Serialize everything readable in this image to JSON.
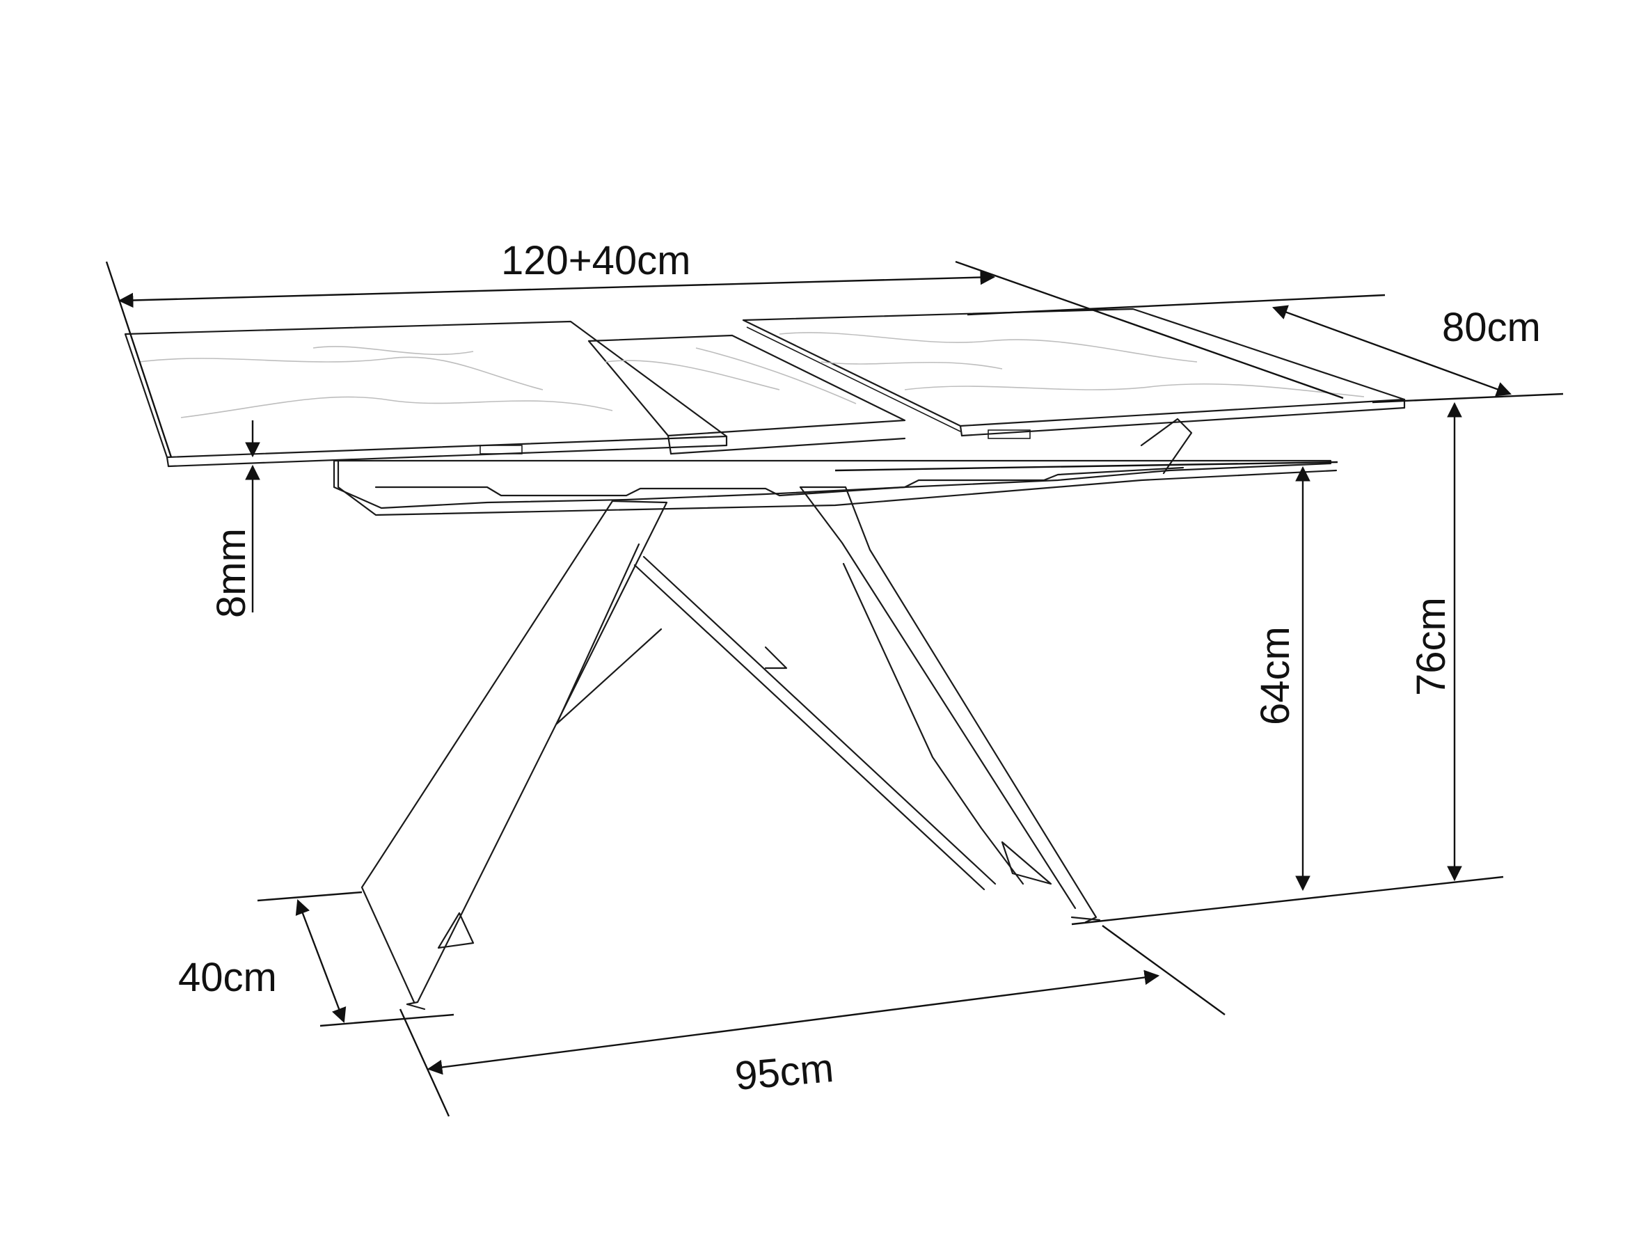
{
  "dimensions": {
    "length": "120+40cm",
    "depth": "80cm",
    "top_thickness": "8mm",
    "frame_height": "64cm",
    "total_height": "76cm",
    "foot_depth": "40cm",
    "foot_span": "95cm"
  },
  "colors": {
    "line": "#1a1a1a",
    "marble_vein": "#bdbdbd",
    "background": "#ffffff"
  }
}
